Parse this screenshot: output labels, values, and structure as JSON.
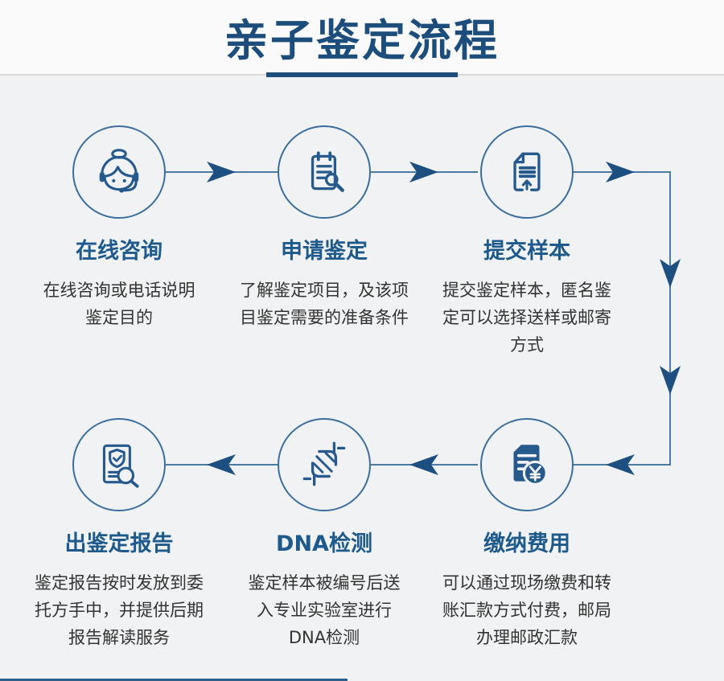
{
  "page": {
    "title": "亲子鉴定流程"
  },
  "colors": {
    "accent": "#1d4e7b",
    "step_title": "#1e5a8c",
    "icon_stroke": "#26598c",
    "arrow_fill": "#1d5080",
    "body_text": "#333333",
    "background": "#f1f2f3"
  },
  "steps": [
    {
      "title": "在线咨询",
      "desc": "在线咨询或电话说明\n鉴定目的",
      "icon": "customer-service-icon"
    },
    {
      "title": "申请鉴定",
      "desc": "了解鉴定项目，及该项\n目鉴定需要的准备条件",
      "icon": "apply-form-icon"
    },
    {
      "title": "提交样本",
      "desc": "提交鉴定样本，匿名鉴\n定可以选择送样或邮寄\n方式",
      "icon": "upload-document-icon"
    },
    {
      "title": "缴纳费用",
      "desc": "可以通过现场缴费和转\n账汇款方式付费，邮局\n办理邮政汇款",
      "icon": "payment-icon"
    },
    {
      "title": "DNA检测",
      "desc": "鉴定样本被编号后送\n入专业实验室进行\nDNA检测",
      "icon": "dna-icon"
    },
    {
      "title": "出鉴定报告",
      "desc": "鉴定报告按时发放到委\n托方手中，并提供后期\n报告解读服务",
      "icon": "report-icon"
    }
  ]
}
